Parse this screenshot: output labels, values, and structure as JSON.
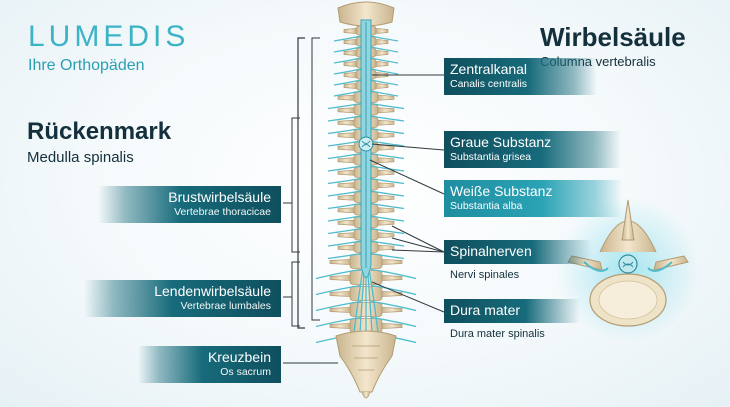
{
  "logo": {
    "brand": "LUMEDIS",
    "tagline": "Ihre Orthopäden"
  },
  "title": {
    "main": "Wirbelsäule",
    "sub": "Columna vertebralis"
  },
  "cord": {
    "main": "Rückenmark",
    "sub": "Medulla spinalis"
  },
  "labels_left": [
    {
      "main": "Brustwirbelsäule",
      "sub": "Vertebrae thoracicae"
    },
    {
      "main": "Lendenwirbelsäule",
      "sub": "Vertebrae lumbales"
    },
    {
      "main": "Kreuzbein",
      "sub": "Os sacrum"
    }
  ],
  "labels_right": [
    {
      "main": "Zentralkanal",
      "sub": "Canalis centralis"
    },
    {
      "main": "Graue Substanz",
      "sub": "Substantia grisea"
    },
    {
      "main": "Weiße Substanz",
      "sub": "Substantia alba"
    },
    {
      "main": "Spinalnerven",
      "sub": "Nervi spinales"
    },
    {
      "main": "Dura mater",
      "sub": "Dura mater spinalis"
    }
  ],
  "colors": {
    "accent": "#3bb4c7",
    "dark_label": "#0f4f5e",
    "light_label": "#2aa3b5",
    "bone": "#ead9b9",
    "cord": "#7fd1dc"
  }
}
